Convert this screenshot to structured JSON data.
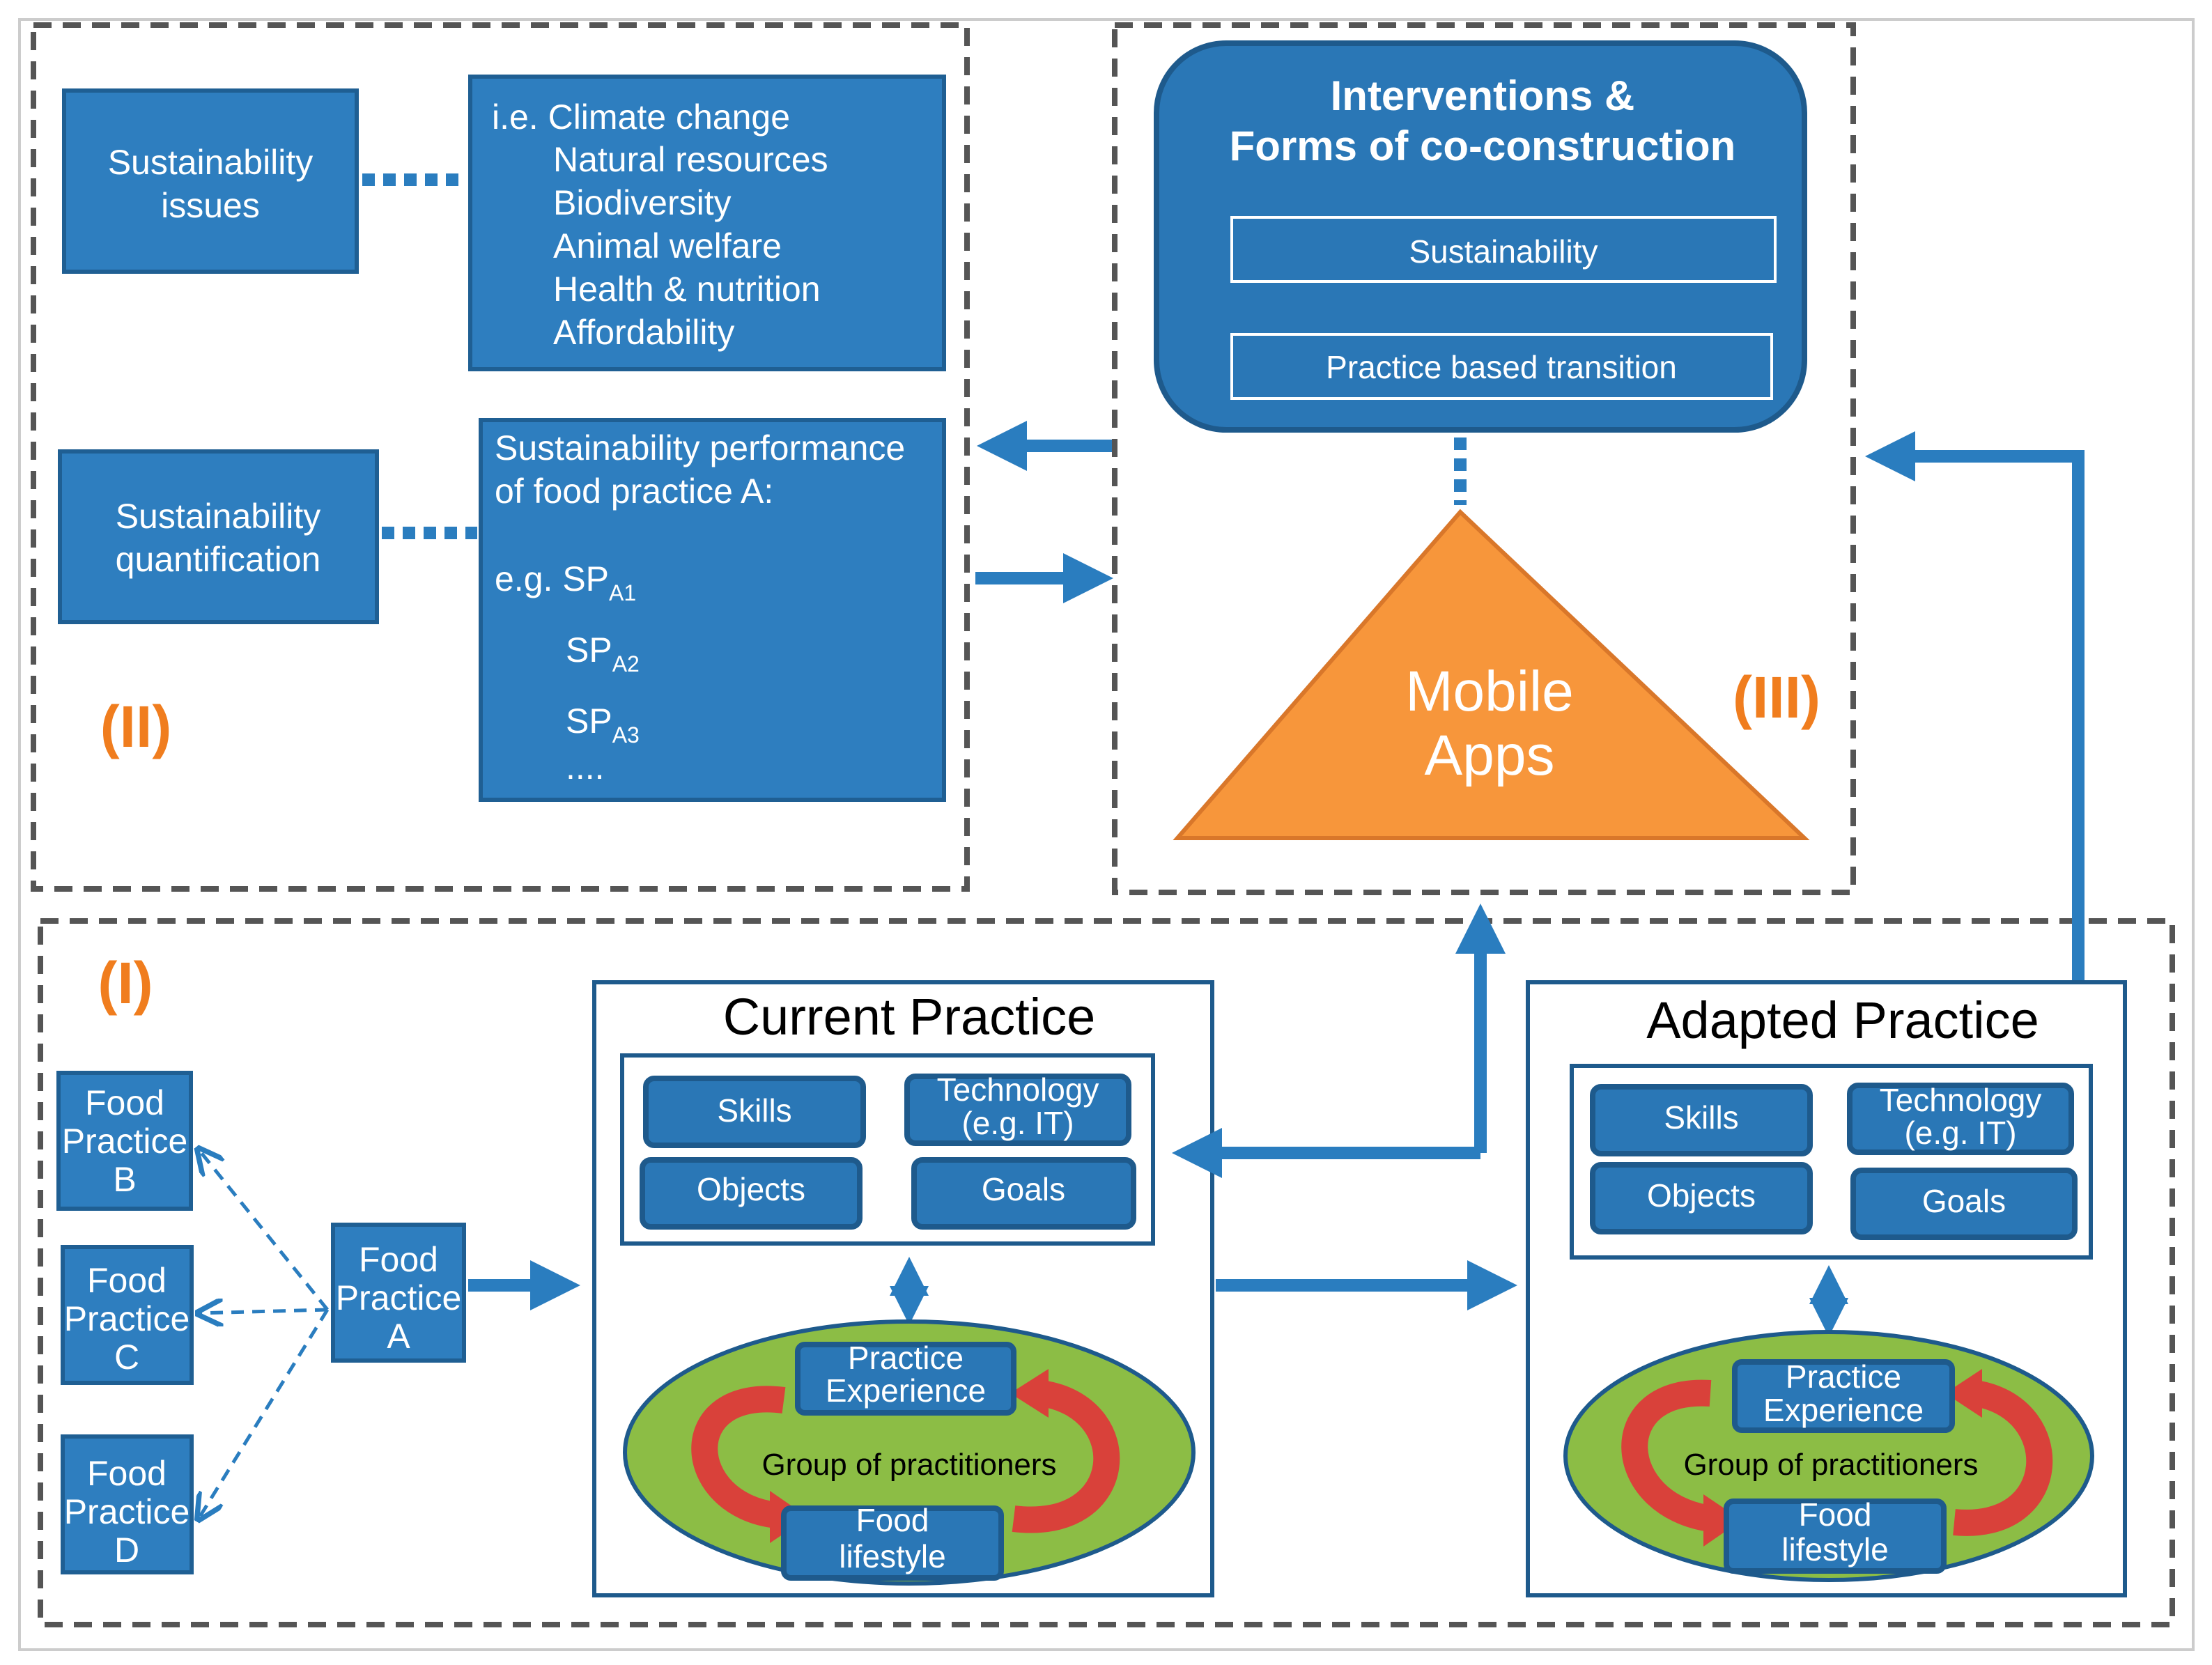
{
  "section_labels": {
    "one": "(I)",
    "two": "(II)",
    "three": "(III)"
  },
  "section2": {
    "sustainability_issues": [
      "Sustainability",
      "issues"
    ],
    "issues_list_intro": "i.e. Climate change",
    "issues_list": [
      "Natural resources",
      "Biodiversity",
      "Animal welfare",
      "Health & nutrition",
      "Affordability"
    ],
    "sustainability_quantification": [
      "Sustainability",
      "quantification"
    ],
    "performance_lines": [
      "Sustainability performance",
      "of food practice A:"
    ],
    "performance_eg": "e.g.",
    "performance_base": "SP",
    "performance_subs": [
      "A1",
      "A2",
      "A3"
    ],
    "performance_more": "...."
  },
  "section3": {
    "interventions_title": [
      "Interventions &",
      "Forms of co-construction"
    ],
    "inner_items": [
      "Sustainability",
      "Practice based transition"
    ],
    "mobile_apps": [
      "Mobile",
      "Apps"
    ]
  },
  "section1": {
    "food_practices": [
      [
        "Food",
        "Practice",
        "B"
      ],
      [
        "Food",
        "Practice",
        "C"
      ],
      [
        "Food",
        "Practice",
        "D"
      ],
      [
        "Food",
        "Practice",
        "A"
      ]
    ],
    "current": {
      "title": "Current Practice",
      "elements": {
        "skills": "Skills",
        "technology": [
          "Technology",
          "(e.g. IT)"
        ],
        "objects": "Objects",
        "goals": "Goals"
      },
      "group": "Group of practitioners",
      "practice_experience": [
        "Practice",
        "Experience"
      ],
      "food_lifestyle": [
        "Food",
        "lifestyle"
      ]
    },
    "adapted": {
      "title": "Adapted Practice",
      "elements": {
        "skills": "Skills",
        "technology": [
          "Technology",
          "(e.g. IT)"
        ],
        "objects": "Objects",
        "goals": "Goals"
      },
      "group": "Group of practitioners",
      "practice_experience": [
        "Practice",
        "Experience"
      ],
      "food_lifestyle": [
        "Food",
        "lifestyle"
      ]
    }
  },
  "colors": {
    "box_blue": "#2e7ebf",
    "arrow_blue": "#2a7dbf",
    "orange": "#f7963b",
    "label_orange": "#f07d1e",
    "ellipse_green": "#8cbd45",
    "cycle_red": "#d9413a"
  }
}
